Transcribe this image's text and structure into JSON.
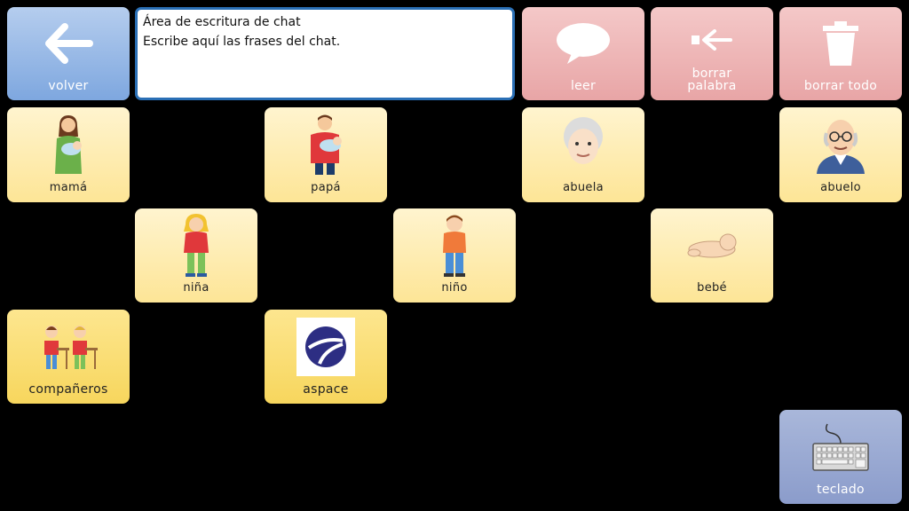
{
  "toolbar": {
    "back_label": "volver",
    "read_label": "leer",
    "delete_word_label": "borrar\npalabra",
    "delete_all_label": "borrar todo"
  },
  "chat": {
    "title": "Área de escritura de chat",
    "placeholder": "Escribe aquí las frases del chat."
  },
  "grid": {
    "mama": "mamá",
    "papa": "papá",
    "abuela": "abuela",
    "abuelo": "abuelo",
    "nina": "niña",
    "nino": "niño",
    "bebe": "bebé",
    "companeros": "compañeros",
    "aspace": "aspace",
    "teclado": "teclado"
  },
  "colors": {
    "tile_yellow": "#fde596",
    "tile_blue": "#7ea7df",
    "tile_pink": "#e8a5a6",
    "tile_slate": "#8b9ccb",
    "chat_border": "#2a6fb5"
  },
  "icons": {
    "back": "arrow-left-icon",
    "read": "speech-bubble-icon",
    "delete_word": "backspace-arrow-icon",
    "delete_all": "trash-icon",
    "keyboard": "keyboard-icon",
    "aspace": "aspace-logo-icon"
  }
}
